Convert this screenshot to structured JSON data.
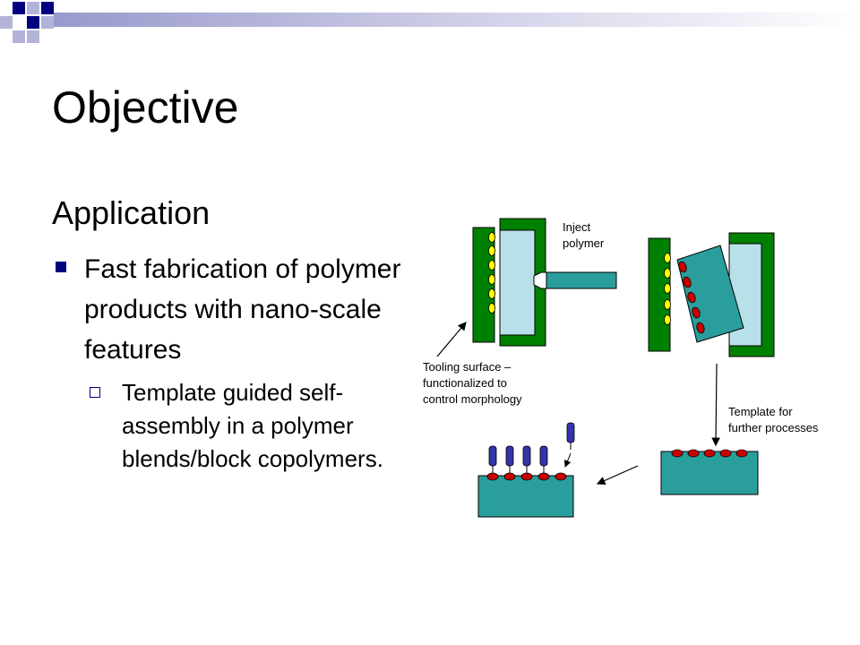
{
  "slide": {
    "title": "Objective",
    "subheading": "Application",
    "bullets": [
      {
        "text": "Fast fabrication of polymer products with nano-scale features",
        "subbullets": [
          {
            "text": "Template guided self-assembly in a polymer blends/block copolymers."
          }
        ]
      }
    ]
  },
  "diagram": {
    "labels": {
      "inject_line1": "Inject",
      "inject_line2": "polymer",
      "tooling_line1": "Tooling surface –",
      "tooling_line2": "functionalized to",
      "tooling_line3": "control morphology",
      "template_line1": "Template for",
      "template_line2": "further processes"
    }
  },
  "colors": {
    "accent_navy": "#000080",
    "mold_green": "#008000",
    "cavity_blue": "#b8e0e8",
    "teal": "#2a9d9d",
    "dot_yellow": "#ffff00",
    "dot_red": "#cc0000",
    "chain_purple": "#3333aa"
  }
}
